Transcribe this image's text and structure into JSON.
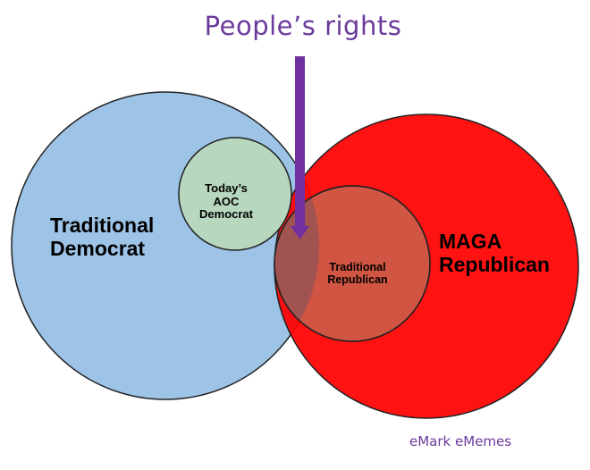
{
  "title": "People’s rights",
  "circles": {
    "traditional_democrat": {
      "label": "Traditional Democrat",
      "line1": "Traditional",
      "line2": "Democrat",
      "color": "#9cc3e5"
    },
    "aoc_democrat": {
      "label": "Today’s AOC Democrat",
      "line1": "Today’s",
      "line2": "AOC",
      "line3": "Democrat",
      "color": "#b6d7bd"
    },
    "maga_republican": {
      "label": "MAGA Republican",
      "line1": "MAGA",
      "line2": "Republican",
      "color": "#ff0000"
    },
    "traditional_republican": {
      "label": "Traditional Republican",
      "line1": "Traditional",
      "line2": "Republican",
      "color": "#e04a10"
    }
  },
  "arrow": {
    "color": "#7030a0",
    "points_to": "overlap"
  },
  "credit": "eMark eMemes"
}
